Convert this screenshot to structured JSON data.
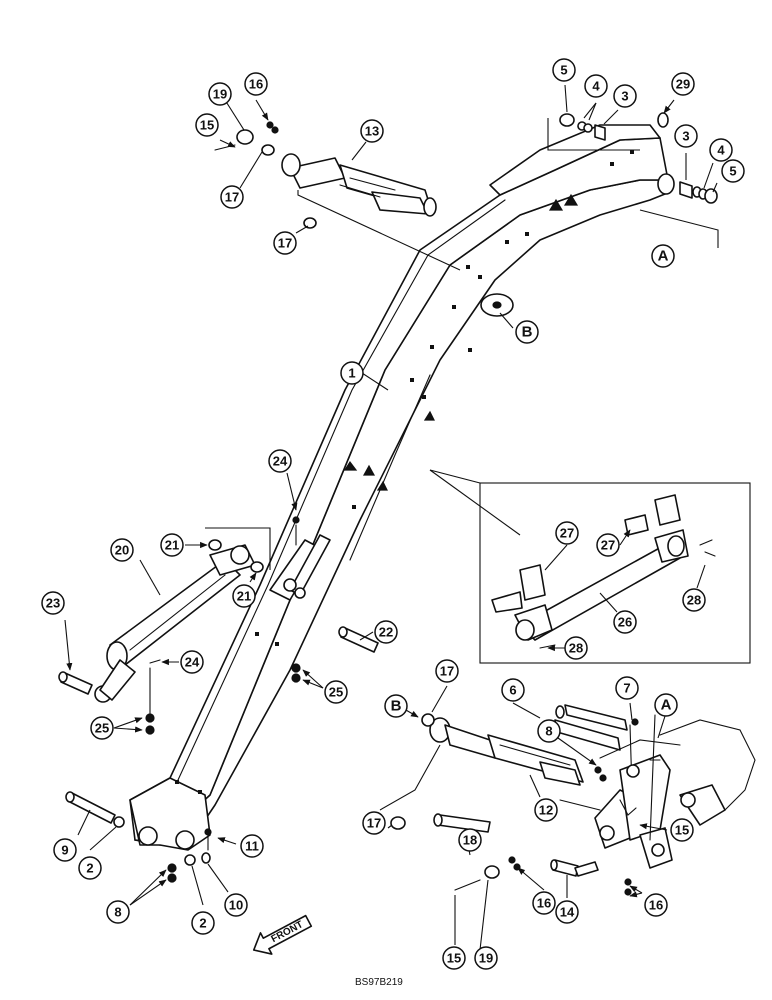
{
  "figure_code": "BS97B219",
  "front_label": "FRONT",
  "reference_letters": [
    "A",
    "B"
  ],
  "callouts": [
    "1",
    "2",
    "3",
    "4",
    "5",
    "6",
    "7",
    "8",
    "9",
    "10",
    "11",
    "12",
    "13",
    "14",
    "15",
    "16",
    "17",
    "18",
    "19",
    "20",
    "21",
    "22",
    "23",
    "24",
    "25",
    "26",
    "27",
    "28",
    "29"
  ]
}
